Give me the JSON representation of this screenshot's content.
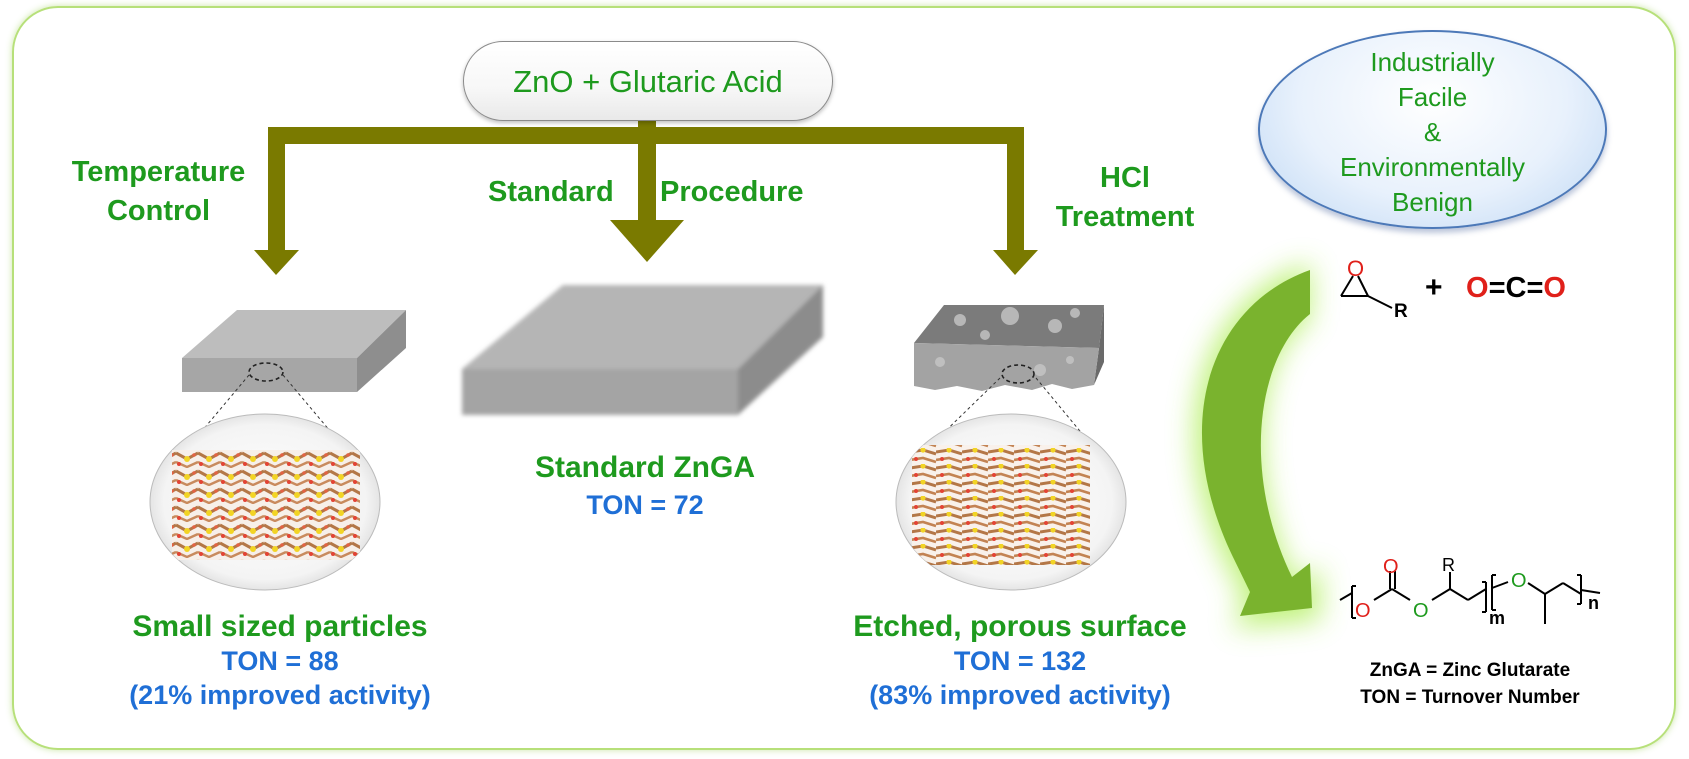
{
  "top_box": {
    "label": "ZnO + Glutaric Acid"
  },
  "branches": {
    "left": {
      "condition_line1": "Temperature",
      "condition_line2": "Control",
      "result_title": "Small sized particles",
      "ton": "TON = 88",
      "improvement": "(21% improved activity)"
    },
    "center": {
      "condition_left": "Standard",
      "condition_right": "Procedure",
      "result_title": "Standard ZnGA",
      "ton": "TON = 72"
    },
    "right": {
      "condition_line1": "HCl",
      "condition_line2": "Treatment",
      "result_title": "Etched, porous surface",
      "ton": "TON = 132",
      "improvement": "(83% improved activity)"
    }
  },
  "benefit": {
    "line1": "Industrially",
    "line2": "Facile",
    "line3": "&",
    "line4": "Environmentally",
    "line5": "Benign"
  },
  "reaction": {
    "epoxide_o": "O",
    "epoxide_r": "R",
    "plus": "+",
    "co2_o1": "O",
    "co2_eq1": "=",
    "co2_c": "C",
    "co2_eq2": "=",
    "co2_o2": "O",
    "poly_o1": "O",
    "poly_o2": "O",
    "poly_o3": "O",
    "poly_r": "R",
    "poly_o4": "O",
    "poly_m": "m",
    "poly_n": "n"
  },
  "legend": {
    "line1": "ZnGA = Zinc Glutarate",
    "line2": "TON = Turnover Number"
  },
  "colors": {
    "arrow": "#7a7a00",
    "green_text": "#1e9a1e",
    "blue_text": "#1f6fd6",
    "oxygen_red": "#e0201a",
    "frame": "#b7e07a"
  }
}
